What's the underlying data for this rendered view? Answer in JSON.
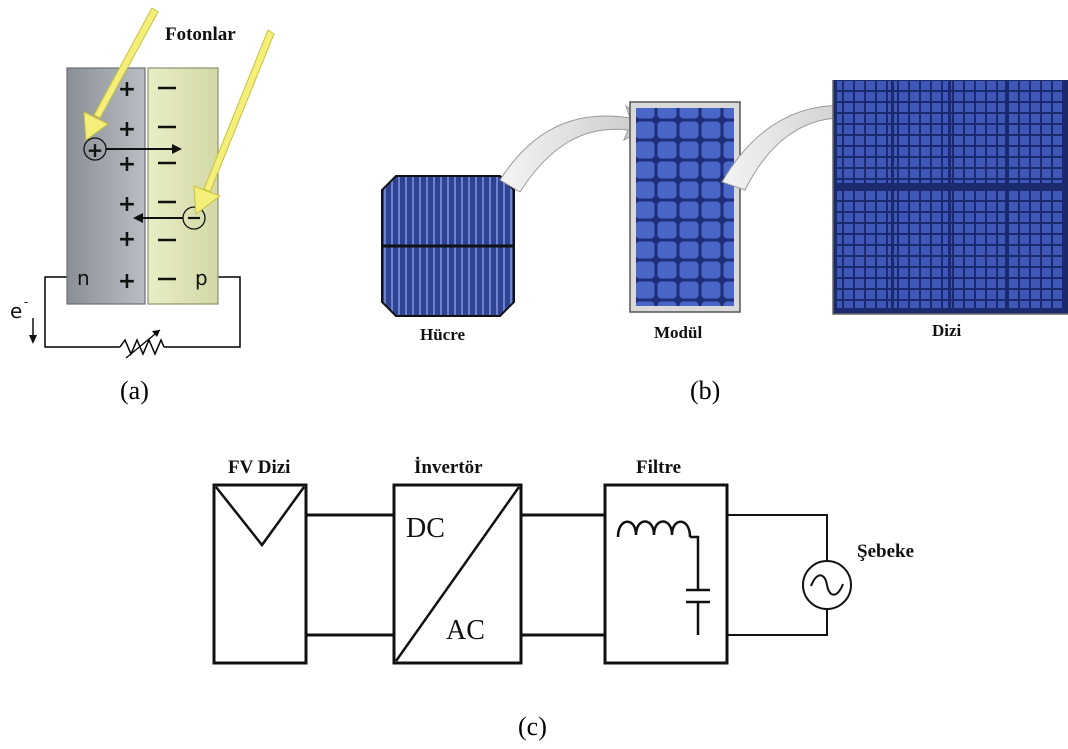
{
  "panel_a": {
    "photons_label": "Fotonlar",
    "n_label": "n",
    "p_label": "p",
    "electron_label": "e",
    "electron_sup": "-",
    "plus": "+",
    "minus": "−",
    "caption": "(a)"
  },
  "panel_b": {
    "cell_label": "Hücre",
    "module_label": "Modül",
    "array_label": "Dizi",
    "caption": "(b)",
    "colors": {
      "panel_blue": "#3f58b8",
      "cell_blue": "#2d3f8c"
    }
  },
  "panel_c": {
    "pv_label": "FV Dizi",
    "inverter_label": "İnvertör",
    "filter_label": "Filtre",
    "grid_label": "Şebeke",
    "dc_label": "DC",
    "ac_label": "AC",
    "caption": "(c)"
  }
}
